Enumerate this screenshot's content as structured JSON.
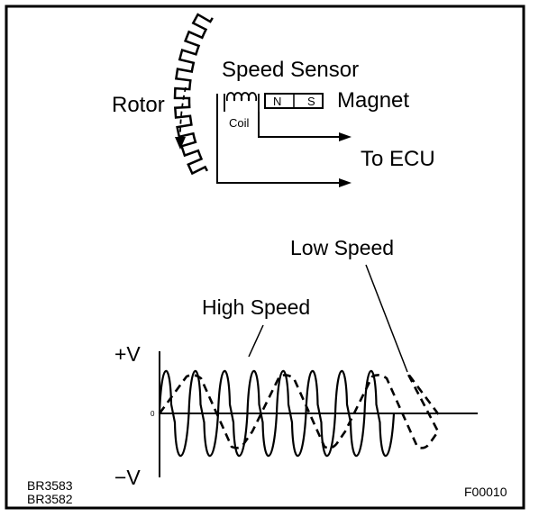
{
  "labels": {
    "speed_sensor": "Speed Sensor",
    "rotor": "Rotor",
    "magnet": "Magnet",
    "coil": "Coil",
    "magnet_n": "N",
    "magnet_s": "S",
    "to_ecu": "To ECU",
    "low_speed": "Low Speed",
    "high_speed": "High Speed",
    "plus_v": "+V",
    "minus_v": "−V",
    "zero": "0"
  },
  "codes": {
    "ref_1": "BR3583",
    "ref_2": "BR3582",
    "fig": "F00010"
  },
  "waveforms": {
    "high_speed_cycles": 8,
    "low_speed_cycles": 3,
    "line_color": "#000000"
  }
}
